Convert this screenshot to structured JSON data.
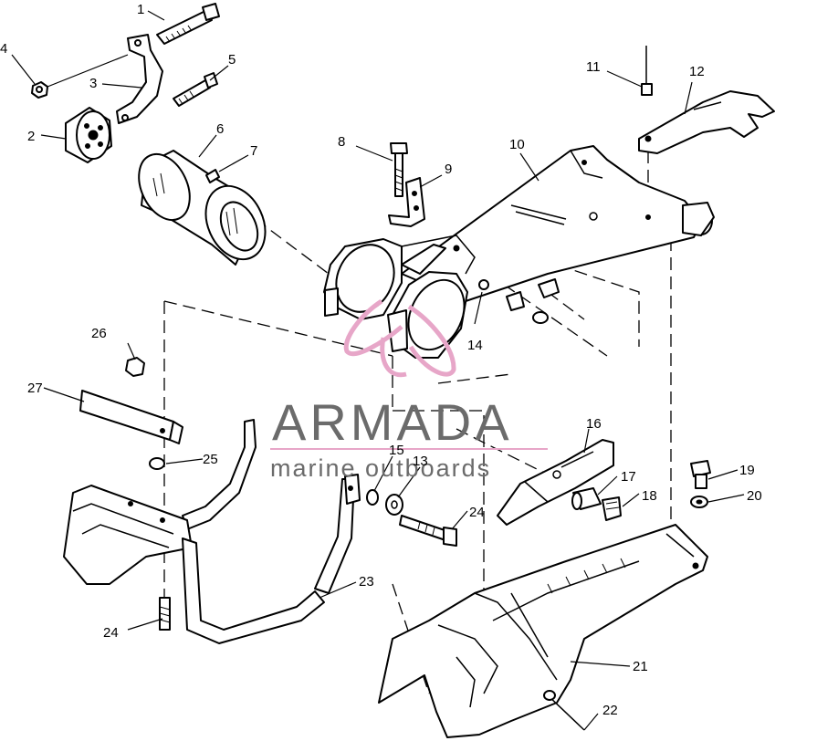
{
  "watermark": {
    "brand": "ARMADA",
    "tagline": "marine outboards",
    "logo_color": "#e7a6c8",
    "text_color": "#6b6b6b"
  },
  "callouts": [
    {
      "id": "c1",
      "text": "1"
    },
    {
      "id": "c2",
      "text": "2"
    },
    {
      "id": "c3",
      "text": "3"
    },
    {
      "id": "c4",
      "text": "4"
    },
    {
      "id": "c5",
      "text": "5"
    },
    {
      "id": "c6",
      "text": "6"
    },
    {
      "id": "c7",
      "text": "7"
    },
    {
      "id": "c8",
      "text": "8"
    },
    {
      "id": "c9",
      "text": "9"
    },
    {
      "id": "c10",
      "text": "10"
    },
    {
      "id": "c11",
      "text": "11"
    },
    {
      "id": "c12",
      "text": "12"
    },
    {
      "id": "c13",
      "text": "13"
    },
    {
      "id": "c14",
      "text": "14"
    },
    {
      "id": "c15",
      "text": "15"
    },
    {
      "id": "c16",
      "text": "16"
    },
    {
      "id": "c17",
      "text": "17"
    },
    {
      "id": "c18",
      "text": "18"
    },
    {
      "id": "c19",
      "text": "19"
    },
    {
      "id": "c20",
      "text": "20"
    },
    {
      "id": "c21",
      "text": "21"
    },
    {
      "id": "c22",
      "text": "22"
    },
    {
      "id": "c23",
      "text": "23"
    },
    {
      "id": "c24a",
      "text": "24"
    },
    {
      "id": "c24b",
      "text": "24"
    },
    {
      "id": "c25",
      "text": "25"
    },
    {
      "id": "c26",
      "text": "26"
    },
    {
      "id": "c27",
      "text": "27"
    }
  ]
}
